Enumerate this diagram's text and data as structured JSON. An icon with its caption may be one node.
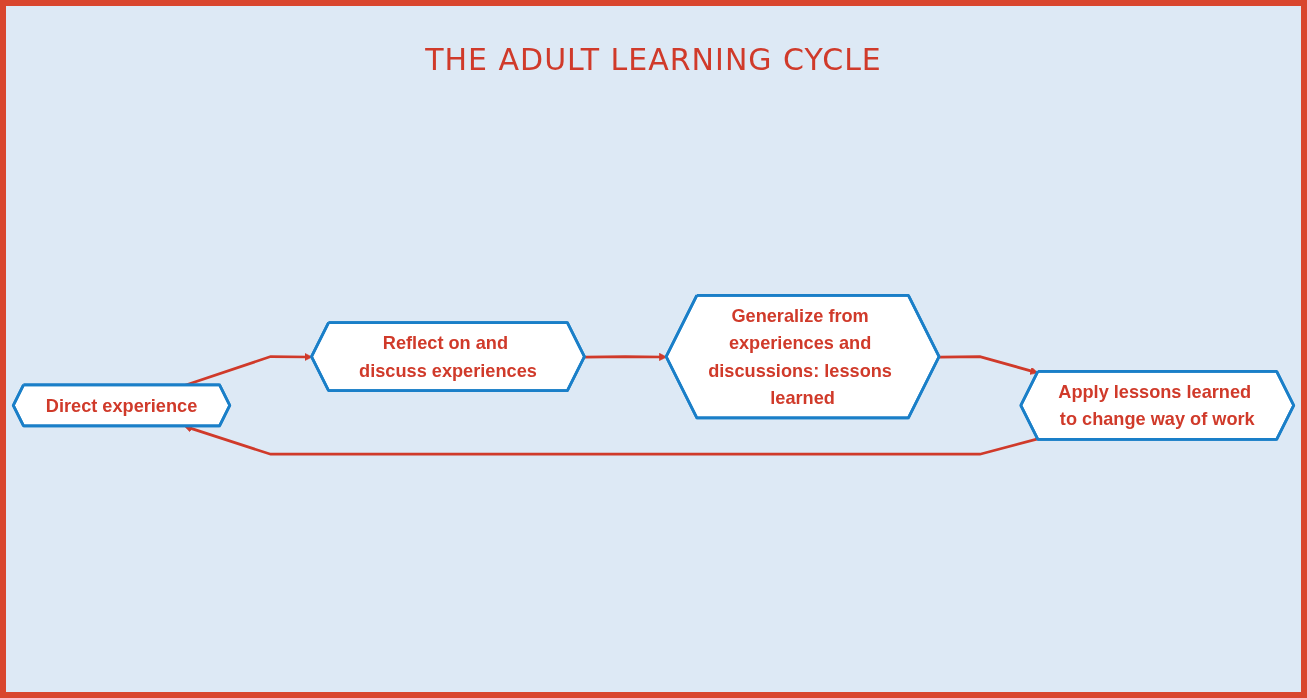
{
  "diagram": {
    "title": "THE ADULT LEARNING CYCLE",
    "nodes": [
      {
        "text": [
          "Direct experience"
        ]
      },
      {
        "text": [
          "Apply lessons learned to change way of work"
        ]
      },
      {
        "text": [
          "Reflect on and discuss experiences"
        ]
      },
      {
        "text": [
          "Generalize from experiences and discussions: lessons learned"
        ]
      }
    ],
    "edges": [
      {
        "from": 0,
        "to": 2,
        "arrow": "to"
      },
      {
        "from": 2,
        "to": 3,
        "arrow": "to"
      },
      {
        "from": 3,
        "to": 1,
        "arrow": "to"
      },
      {
        "from": 1,
        "to": 0,
        "arrow": "to"
      }
    ]
  }
}
